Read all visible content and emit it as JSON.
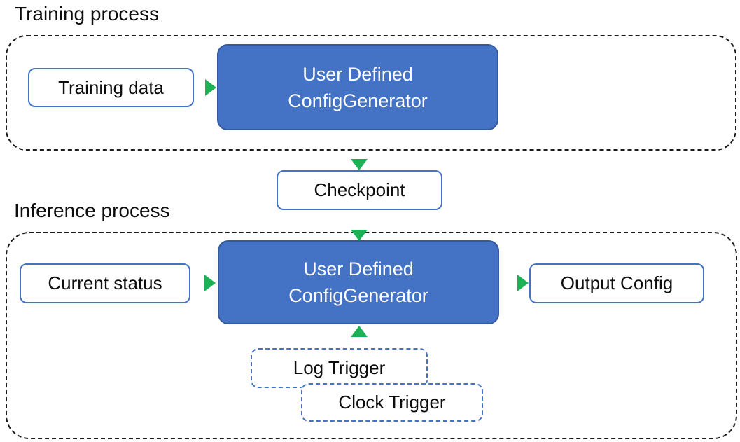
{
  "colors": {
    "box-blue-fill": "#4472C4",
    "box-blue-border": "#35599f",
    "outline-blue": "#4472C4",
    "arrow-green": "#1db156",
    "dash-black": "#1b1b1b",
    "text-dark": "#0d0d0d",
    "text-light": "#ffffff"
  },
  "sections": {
    "training": {
      "label": "Training process",
      "nodes": {
        "input": "Training data",
        "generator_line1": "User Defined",
        "generator_line2": "ConfigGenerator"
      }
    },
    "inference": {
      "label": "Inference process",
      "nodes": {
        "input": "Current status",
        "generator_line1": "User Defined",
        "generator_line2": "ConfigGenerator",
        "output": "Output Config",
        "log_trigger": "Log Trigger",
        "clock_trigger": "Clock Trigger"
      }
    }
  },
  "checkpoint": {
    "label": "Checkpoint"
  }
}
